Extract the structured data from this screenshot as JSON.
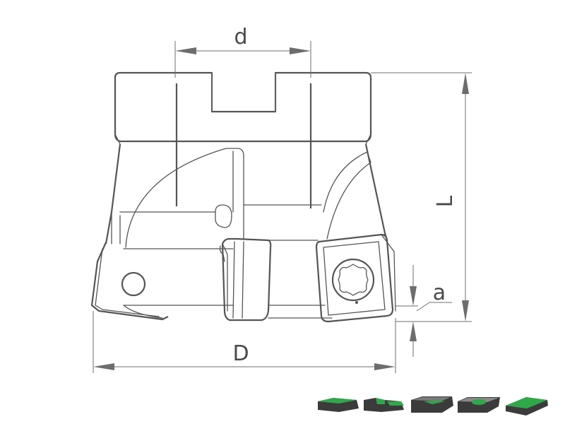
{
  "labels": {
    "diameter_small": "d",
    "diameter_large": "D",
    "length": "L",
    "depth": "a"
  },
  "colors": {
    "line": "#555555",
    "dimension": "#6d6d6d",
    "insert_green": "#2fa84a",
    "insert_dark": "#3a3a3a"
  },
  "insert_icons": [
    "insert-flat-icon",
    "insert-step-icon",
    "insert-square-icon",
    "insert-round-hole-icon",
    "insert-wedge-icon"
  ]
}
